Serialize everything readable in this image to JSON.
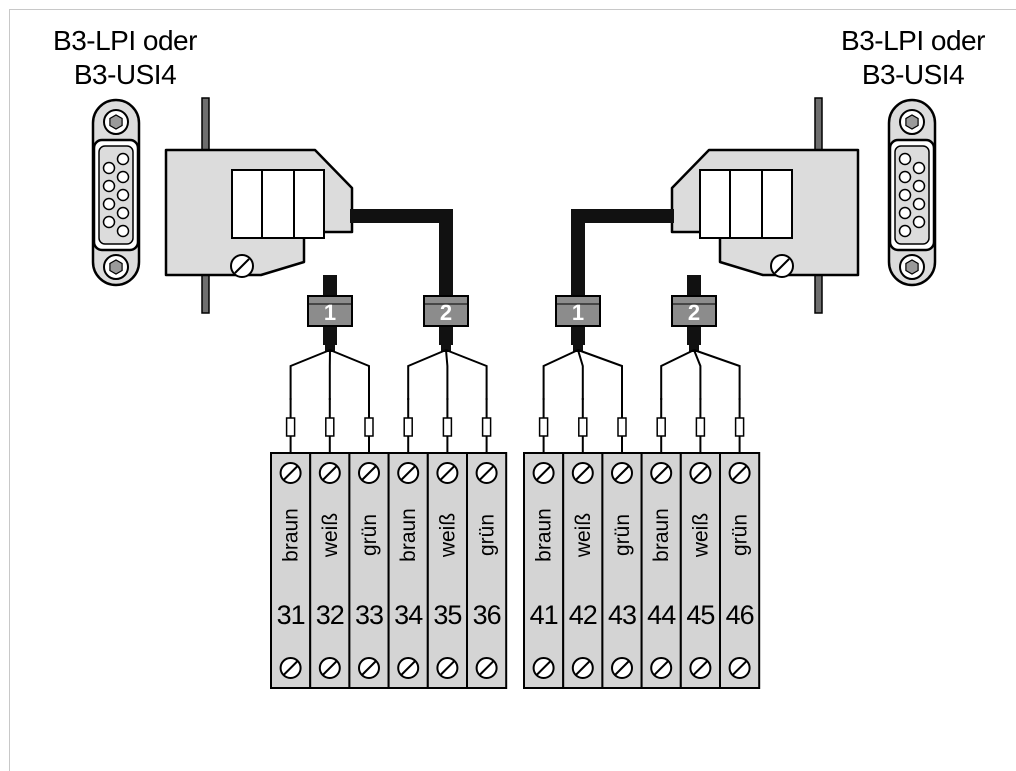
{
  "colors": {
    "connector_fill": "#dcdcdc",
    "terminal_fill": "#d4d4d4",
    "tag_fill": "#8c8c8c",
    "cable": "#111111",
    "stroke": "#000000"
  },
  "devices": {
    "left": {
      "line1": "B3-LPI oder",
      "line2": "B3-USI4",
      "icon": "db9-port-icon"
    },
    "right": {
      "line1": "B3-LPI oder",
      "line2": "B3-USI4",
      "icon": "db9-port-icon"
    }
  },
  "cable_tags": {
    "left": [
      "1",
      "2"
    ],
    "right": [
      "1",
      "2"
    ]
  },
  "terminal_blocks": {
    "left": {
      "wires": [
        "braun",
        "weiß",
        "grün",
        "braun",
        "weiß",
        "grün"
      ],
      "numbers": [
        "31",
        "32",
        "33",
        "34",
        "35",
        "36"
      ]
    },
    "right": {
      "wires": [
        "braun",
        "weiß",
        "grün",
        "braun",
        "weiß",
        "grün"
      ],
      "numbers": [
        "41",
        "42",
        "43",
        "44",
        "45",
        "46"
      ]
    }
  }
}
